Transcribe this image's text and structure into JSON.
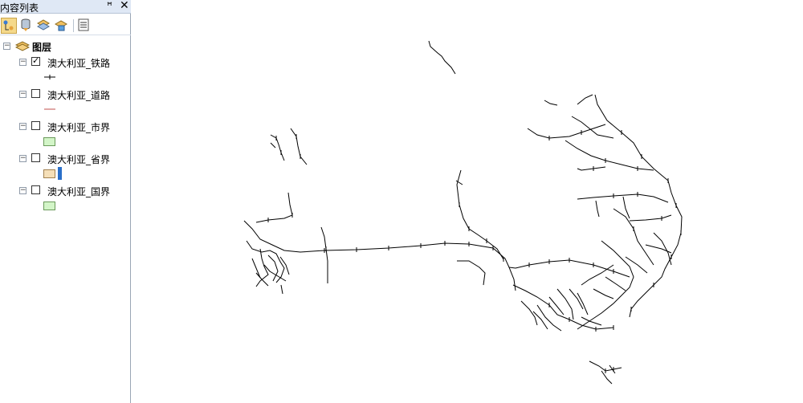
{
  "toc": {
    "title": "内容列表",
    "pin_glyph": "ꟸ",
    "close_glyph": "✕",
    "toolbar": [
      {
        "name": "list-by-drawing-order-button",
        "icon": "list-drawing-order-icon",
        "active": true
      },
      {
        "name": "list-by-source-button",
        "icon": "database-icon",
        "active": false
      },
      {
        "name": "list-by-visibility-button",
        "icon": "layers-icon",
        "active": false
      },
      {
        "name": "list-by-selection-button",
        "icon": "selection-icon",
        "active": false
      },
      {
        "name": "options-button",
        "icon": "options-list-icon",
        "active": false
      }
    ],
    "root_label": "图层",
    "layers": [
      {
        "id": "railway",
        "label": "澳大利亚_铁路",
        "checked": true,
        "symbol": "railway-line"
      },
      {
        "id": "road",
        "label": "澳大利亚_道路",
        "checked": false,
        "symbol": "red-line"
      },
      {
        "id": "city",
        "label": "澳大利亚_市界",
        "checked": false,
        "symbol": "green-fill"
      },
      {
        "id": "province",
        "label": "澳大利亚_省界",
        "checked": false,
        "symbol": "tan-fill"
      },
      {
        "id": "country",
        "label": "澳大利亚_国界",
        "checked": false,
        "symbol": "green-fill"
      }
    ],
    "colors": {
      "road_line": "#c0504d",
      "green_fill": "#d3f5c8",
      "tan_fill": "#f5dfb8",
      "blue_bar": "#2a6fc9"
    }
  },
  "map": {
    "visible_layer": "澳大利亚_铁路",
    "line_color": "#000000"
  }
}
